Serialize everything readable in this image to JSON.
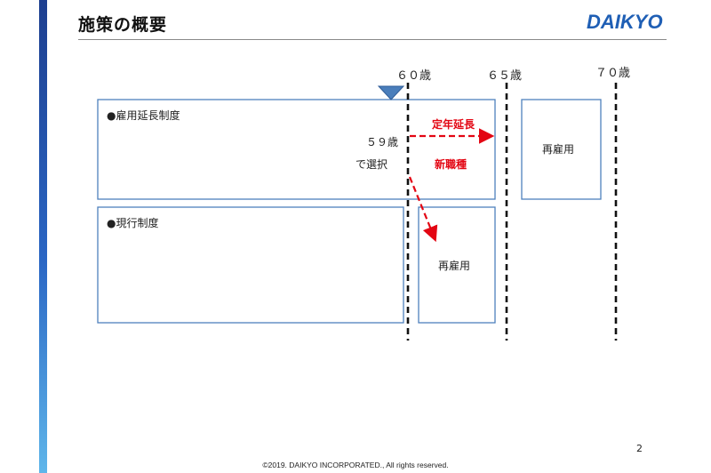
{
  "header": {
    "title": "施策の概要",
    "logo_text": "DAIKYO"
  },
  "age_markers": {
    "age60": "６０歳",
    "age65": "６５歳",
    "age70": "７０歳"
  },
  "boxes": {
    "extension_title": "●雇用延長制度",
    "select_age": "５９歳",
    "select_text": "で選択",
    "retirement_extension": "定年延長",
    "new_job_type": "新職種",
    "rehire_upper": "再雇用",
    "current_title": "●現行制度",
    "rehire_lower": "再雇用"
  },
  "footer": {
    "page_number": "2",
    "copyright": "©2019. DAIKYO INCORPORATED., All rights reserved."
  },
  "colors": {
    "box_border": "#4f81bd",
    "accent_red": "#e30613",
    "marker_blue": "#4a7ebb",
    "dashed_line": "#111111"
  }
}
